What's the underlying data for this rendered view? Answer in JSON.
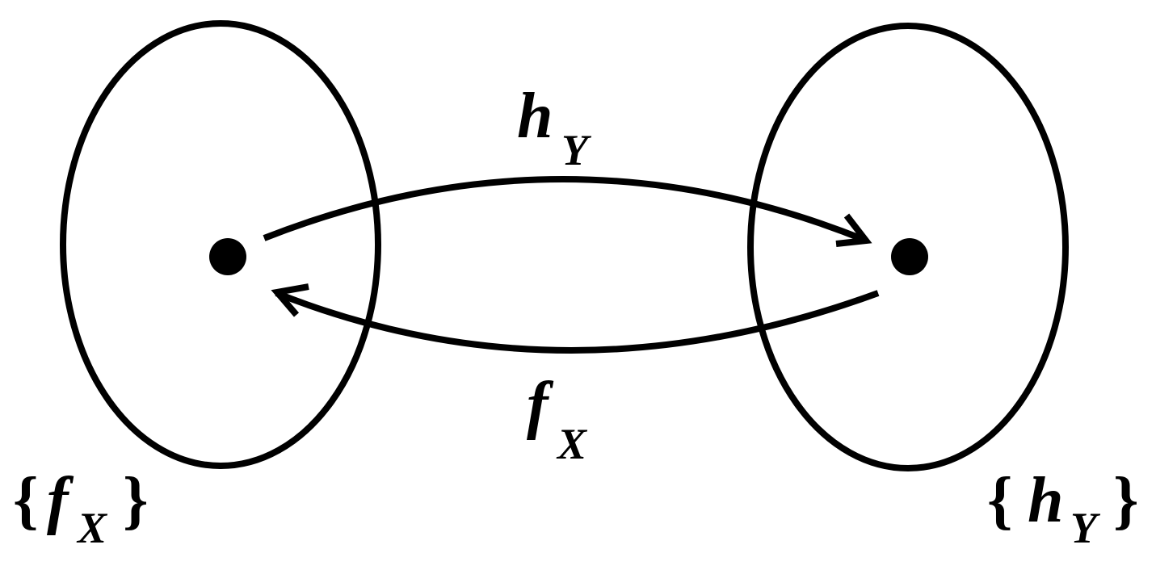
{
  "diagram": {
    "colors": {
      "stroke": "#000000",
      "background": "#ffffff"
    },
    "top_arrow_label": {
      "main": "h",
      "sub": "Y"
    },
    "bottom_arrow_label": {
      "main": "f",
      "sub": "X"
    },
    "left_set_label": {
      "open": "{",
      "main": "f",
      "sub": "X",
      "close": "}"
    },
    "right_set_label": {
      "open": "{",
      "main": "h",
      "sub": "Y",
      "close": "}"
    }
  }
}
